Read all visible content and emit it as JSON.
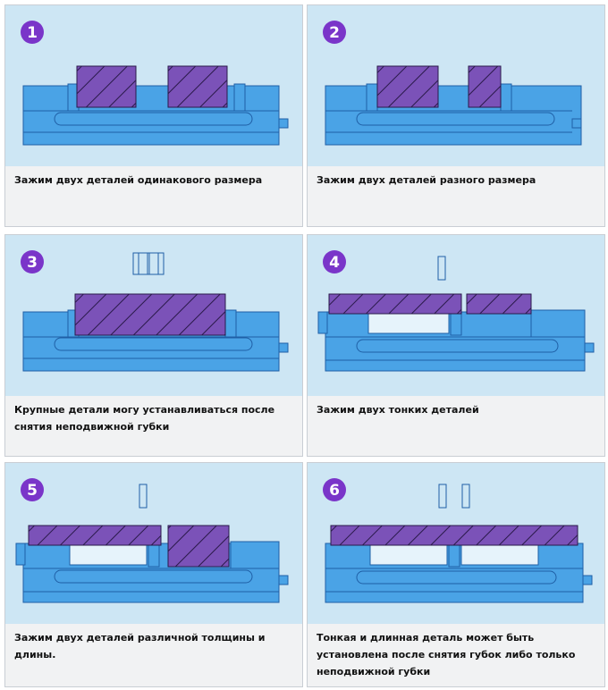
{
  "colors": {
    "panel_bg": "#cde6f4",
    "vise_body": "#4aa3e6",
    "vise_outline": "#1f5fa6",
    "workpiece": "#7b52b8",
    "workpiece_hatch": "#2a1a4a",
    "badge": "#7a35c9",
    "caption_bg": "#f1f2f3"
  },
  "cards": [
    {
      "number": "1",
      "caption": "Зажим двух деталей одинакового размера"
    },
    {
      "number": "2",
      "caption": "Зажим двух деталей разного размера"
    },
    {
      "number": "3",
      "caption": "Крупные детали могу устанавливаться после снятия неподвижной губки"
    },
    {
      "number": "4",
      "caption": "Зажим двух тонких деталей"
    },
    {
      "number": "5",
      "caption": "Зажим двух деталей различной толщины и длины."
    },
    {
      "number": "6",
      "caption": "Тонкая и длинная деталь может быть установлена после снятия губок либо только неподвижной губки"
    }
  ]
}
